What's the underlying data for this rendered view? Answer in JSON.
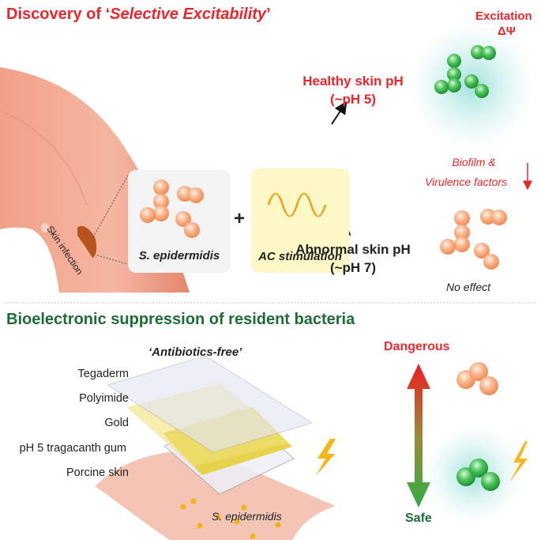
{
  "top": {
    "title_prefix": "Discovery of ‘",
    "title_emph": "Selective Excitability",
    "title_suffix": "’",
    "excitation": "Excitation",
    "delta_psi": "ΔΨ",
    "healthy_line1": "Healthy skin pH",
    "healthy_line2": "(~pH 5)",
    "biofilm_line1": "Biofilm &",
    "biofilm_line2": "Virulence factors",
    "skin_infection": "Skin infection",
    "bacteria_label": "S. epidermidis",
    "plus": "+",
    "ac_label": "AC stimulation",
    "abnormal_line1": "Abnormal skin pH",
    "abnormal_line2": "(~pH 7)",
    "no_effect": "No effect"
  },
  "bottom": {
    "title": "Bioelectronic suppression of resident bacteria",
    "antibiotics_free": "‘Antibiotics-free’",
    "layers": [
      "Tegaderm",
      "Polyimide",
      "Gold",
      "pH 5 tragacanth gum",
      "Porcine skin"
    ],
    "bacteria_label": "S. epidermidis",
    "dangerous": "Dangerous",
    "safe": "Safe"
  },
  "colors": {
    "red": "#e8262b",
    "green": "#1e6b3a",
    "orange": "#f7a26e",
    "bacteria_green": "#3cb44a",
    "ac_box": "#fdf8c6"
  }
}
